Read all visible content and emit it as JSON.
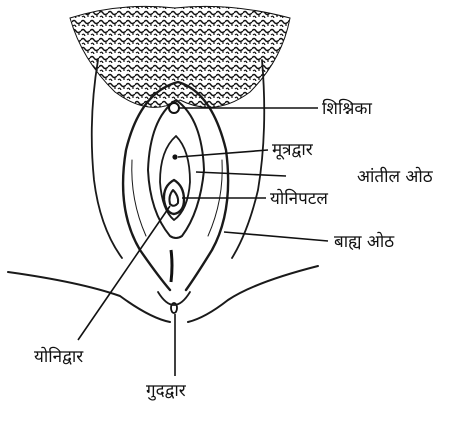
{
  "labels": {
    "clitoris": "शिश्निका",
    "urethral_opening": "मूत्रद्वार",
    "inner_lips": "आंतील ओठ",
    "hymen": "योनिपटल",
    "outer_lips": "बाह्य ओठ",
    "vaginal_opening": "योनिद्वार",
    "anus": "गुदद्वार"
  },
  "colors": {
    "ink": "#1a1a1a",
    "background": "#ffffff"
  }
}
